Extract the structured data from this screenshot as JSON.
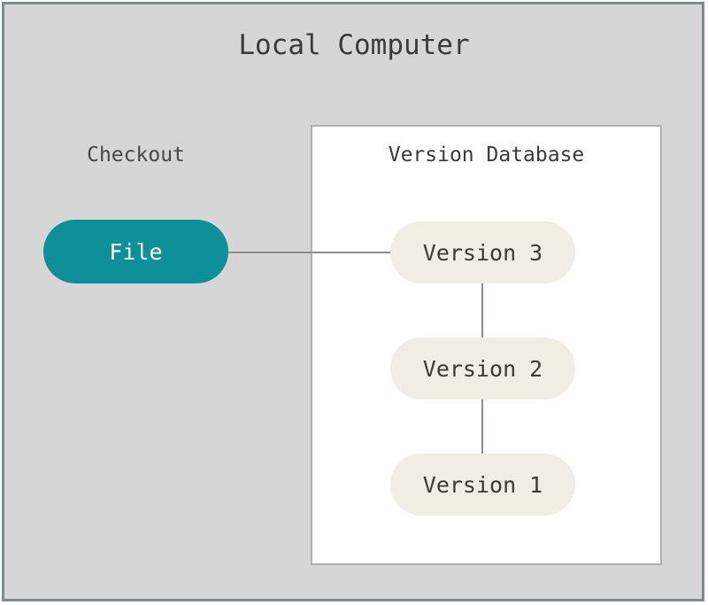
{
  "diagram": {
    "title": "Local Computer",
    "frame_border_color": "#7f8c8d",
    "frame_fill_color": "#d6d6d6"
  },
  "checkout": {
    "label": "Checkout",
    "node": {
      "label": "File",
      "fill_color": "#0e909b",
      "text_color": "#ffffff"
    }
  },
  "version_database": {
    "title": "Version Database",
    "panel_fill_color": "#ffffff",
    "panel_border_color": "#b0b0b0",
    "node_fill_color": "#efede4",
    "node_text_color": "#3b3a36",
    "versions": [
      {
        "label": "Version 3"
      },
      {
        "label": "Version 2"
      },
      {
        "label": "Version 1"
      }
    ]
  },
  "edges": {
    "color": "#8f8d86",
    "connections": [
      {
        "from": "File",
        "to": "Version 3"
      },
      {
        "from": "Version 3",
        "to": "Version 2"
      },
      {
        "from": "Version 2",
        "to": "Version 1"
      }
    ]
  }
}
